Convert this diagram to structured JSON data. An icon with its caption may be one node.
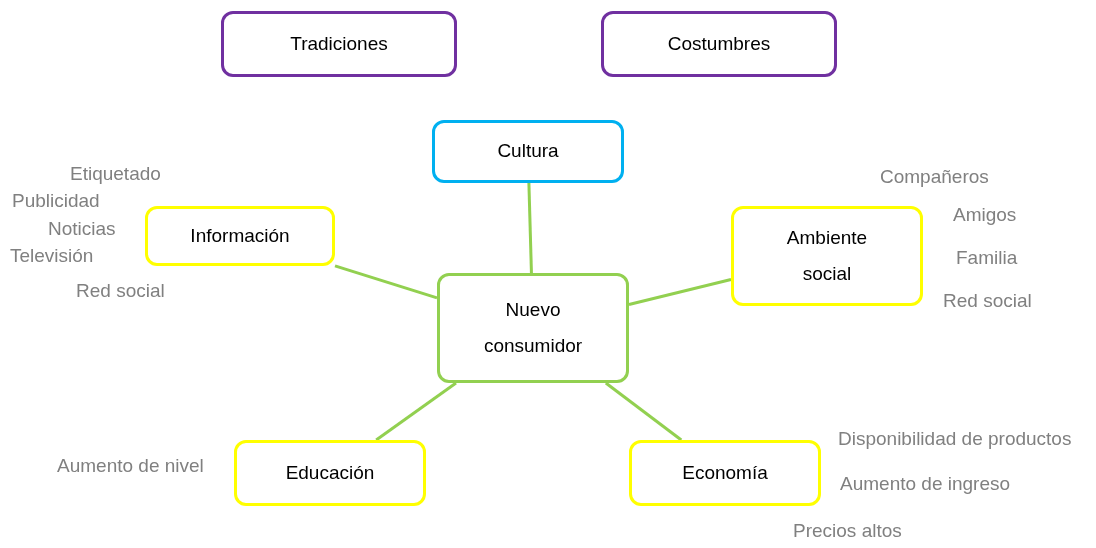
{
  "diagram": {
    "nodes": [
      {
        "text": [
          "Tradiciones"
        ]
      },
      {
        "text": [
          "Costumbres"
        ]
      },
      {
        "text": [
          "Cultura"
        ]
      },
      {
        "text": [
          "Información"
        ],
        "beside": [
          "Etiquetado",
          "Publicidad",
          "Noticias",
          "Televisión",
          "Red social"
        ]
      },
      {
        "text": [
          "Ambiente social"
        ],
        "beside": [
          "Compañeros",
          "Amigos",
          "Familia",
          "Red social"
        ]
      },
      {
        "text": [
          "Nuevo consumidor"
        ]
      },
      {
        "text": [
          "Educación"
        ],
        "beside": [
          "Aumento de nivel"
        ]
      },
      {
        "text": [
          "Economía"
        ],
        "beside": [
          "Disponibilidad de productos",
          "Aumento de ingreso",
          "Precios altos"
        ]
      }
    ],
    "edges": [
      {
        "from": 5,
        "to": 2,
        "arrow": "none"
      },
      {
        "from": 5,
        "to": 3,
        "arrow": "none"
      },
      {
        "from": 5,
        "to": 4,
        "arrow": "none"
      },
      {
        "from": 5,
        "to": 6,
        "arrow": "none"
      },
      {
        "from": 5,
        "to": 7,
        "arrow": "none"
      }
    ]
  }
}
